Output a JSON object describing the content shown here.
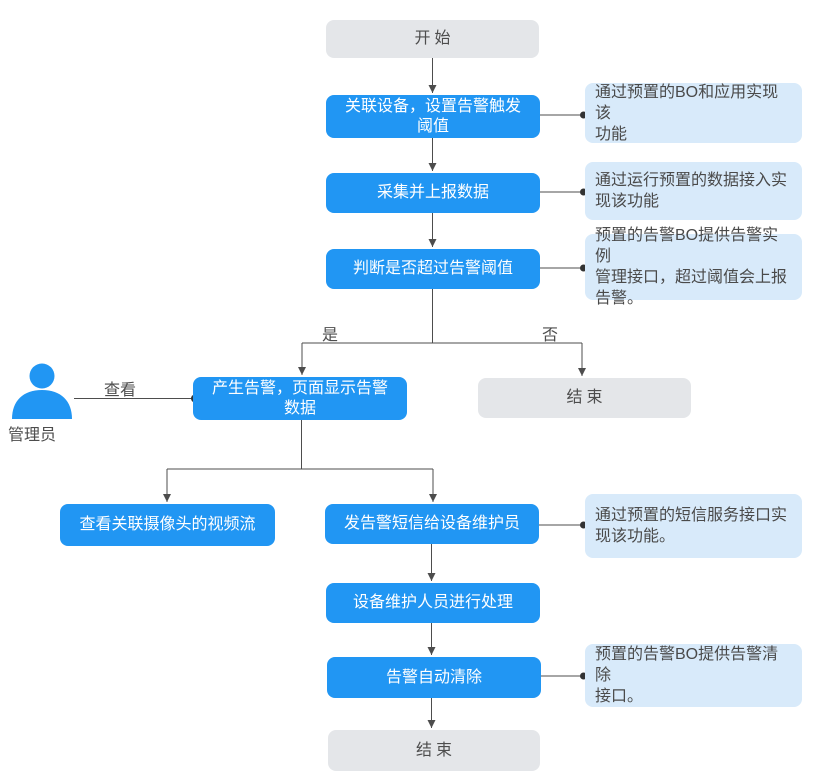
{
  "diagram": {
    "nodes": {
      "start": "开始",
      "associate": "关联设备，设置告警触发\n阈值",
      "collect": "采集并上报数据",
      "judge": "判断是否超过告警阈值",
      "alarm": "产生告警，页面显示告警\n数据",
      "end_no": "结束",
      "video": "查看关联摄像头的视频流",
      "sms": "发告警短信给设备维护员",
      "maintain": "设备维护人员进行处理",
      "clear": "告警自动清除",
      "end_final": "结束"
    },
    "edge_labels": {
      "yes": "是",
      "no": "否",
      "view": "查看"
    },
    "actor_label": "管理员",
    "annotations": {
      "a1": "通过预置的BO和应用实现该\n功能",
      "a2": "通过运行预置的数据接入实\n现该功能",
      "a3": "预置的告警BO提供告警实例\n管理接口，超过阈值会上报\n告警。",
      "a4": "通过预置的短信服务接口实\n现该功能。",
      "a5": "预置的告警BO提供告警清除\n接口。"
    },
    "colors": {
      "process_fill": "#2196F3",
      "terminal_fill": "#E4E6E9",
      "annotation_fill": "#D8EAFA",
      "line": "#4D4D4D",
      "process_text": "#FFFFFF",
      "label_text": "#4A4A4A"
    }
  }
}
